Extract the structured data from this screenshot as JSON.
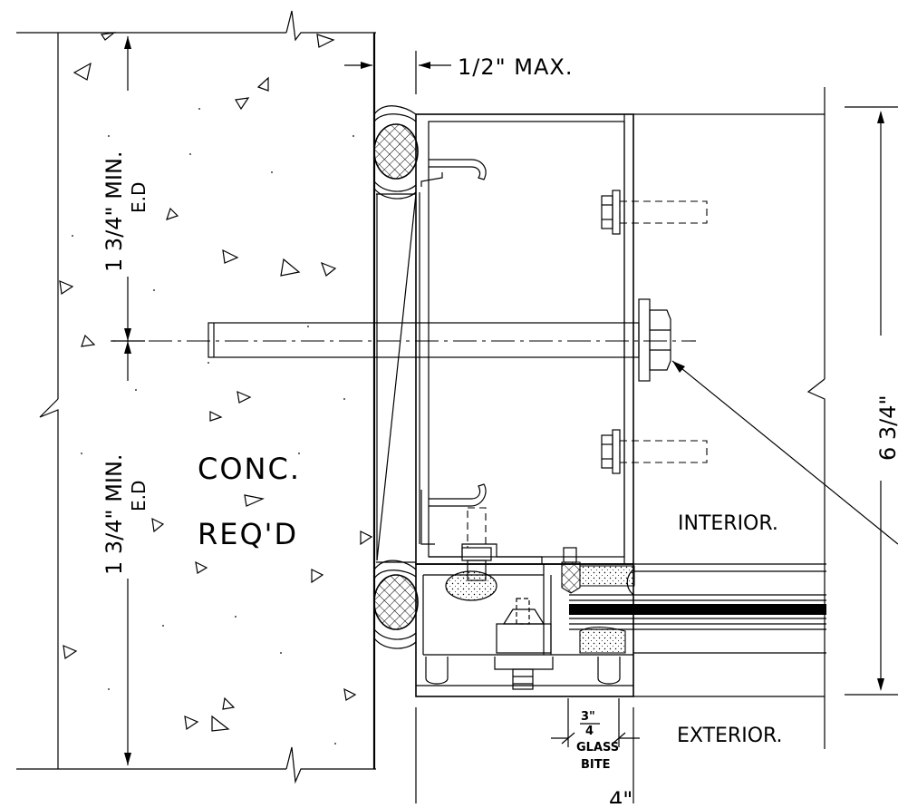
{
  "labels": {
    "half_inch_max": "1/2\" MAX.",
    "min_top": "1 3/4\" MIN.",
    "ed_top": "E.D",
    "min_bottom": "1 3/4\" MIN.",
    "ed_bottom": "E.D",
    "conc": "CONC.",
    "reqd": "REQ'D",
    "interior": "INTERIOR.",
    "exterior": "EXTERIOR.",
    "overall": "6 3/4\"",
    "glass_bite_num": "3\"",
    "glass_bite_den": "4",
    "glass_bite_word1": "GLASS",
    "glass_bite_word2": "BITE"
  },
  "colors": {
    "ink": "#000000",
    "background": "#ffffff",
    "sealant_fill": "#d8d8d8"
  }
}
